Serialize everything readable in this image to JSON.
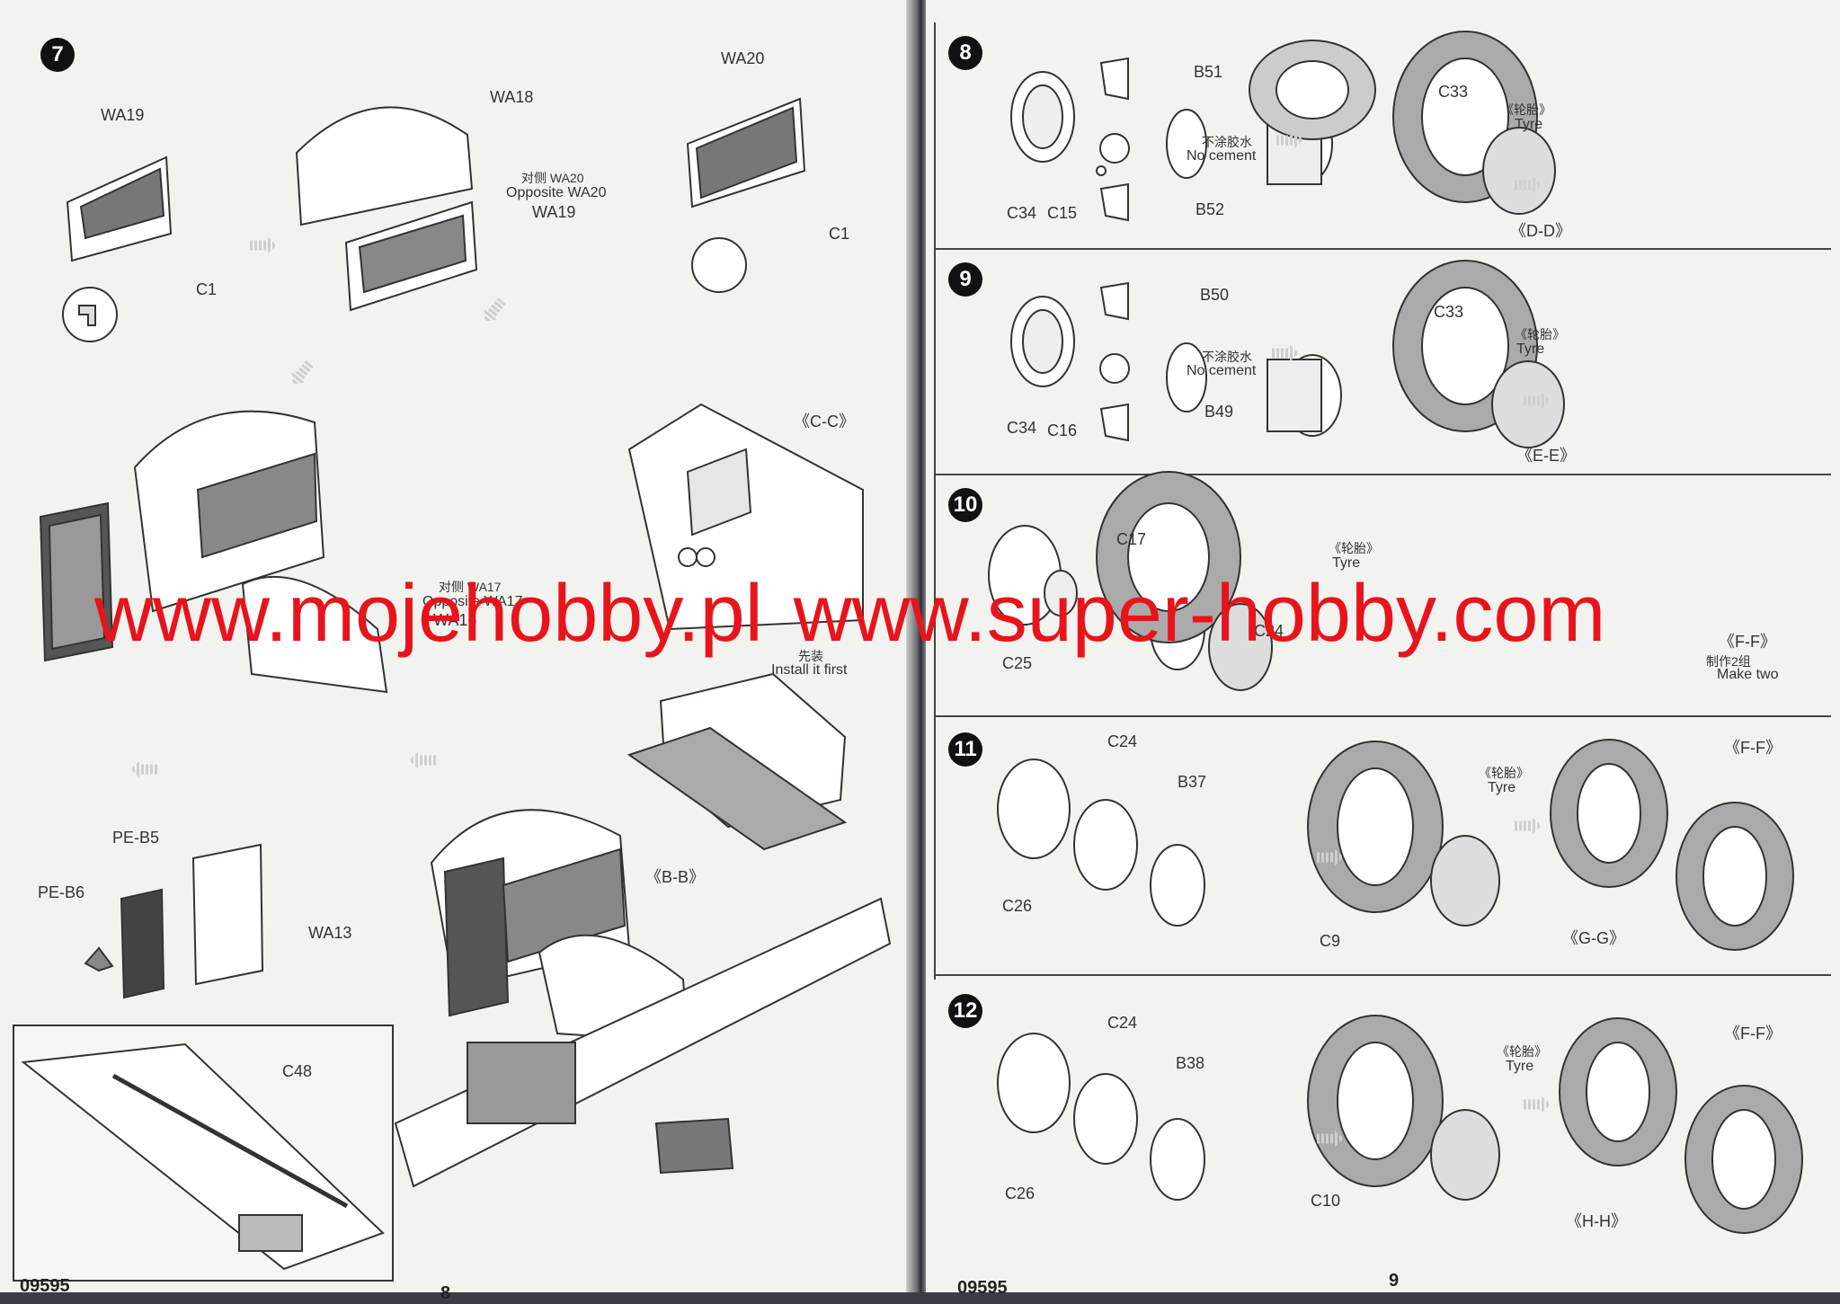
{
  "watermark": {
    "site1": "www.mojehobby.pl",
    "site2": "www.super-hobby.com",
    "color": "#e8141b"
  },
  "left_page": {
    "step": "7",
    "parts": {
      "wa19_top": "WA19",
      "wa18": "WA18",
      "wa20": "WA20",
      "c1_left": "C1",
      "c1_right": "C1",
      "opposite_cn": "对侧 WA20",
      "opposite_en": "Opposite WA20",
      "wa19_mid": "WA19",
      "cc": "《C-C》",
      "wa17_cn": "对侧 WA17",
      "wa17_en": "Opposite WA17",
      "wa16": "WA16",
      "install_cn": "先装",
      "install_en": "Install it first",
      "bb": "《B-B》",
      "pe_b5": "PE-B5",
      "pe_b6": "PE-B6",
      "wa13": "WA13",
      "c48": "C48"
    },
    "footer_code": "09595",
    "page_number": "8"
  },
  "right_page": {
    "footer_code": "09595",
    "page_number": "9",
    "steps": [
      {
        "num": "8",
        "b_top": "B51",
        "b_bottom": "B52",
        "c_left": "C34",
        "c_mid": "C15",
        "c_right": "C33",
        "no_cement_cn": "不涂胶水",
        "no_cement_en": "No cement",
        "tyre_cn": "《轮胎》",
        "tyre_en": "Tyre",
        "view": "《D-D》"
      },
      {
        "num": "9",
        "b_top": "B50",
        "b_bottom": "B49",
        "c_left": "C34",
        "c_mid": "C16",
        "c_right": "C33",
        "no_cement_cn": "不涂胶水",
        "no_cement_en": "No cement",
        "tyre_cn": "《轮胎》",
        "tyre_en": "Tyre",
        "view": "《E-E》"
      },
      {
        "num": "10",
        "c_a": "C17",
        "c_b": "C25",
        "c_c": "C24",
        "tyre_cn": "《轮胎》",
        "tyre_en": "Tyre",
        "view": "《F-F》",
        "make_cn": "制作2组",
        "make_en": "Make two"
      },
      {
        "num": "11",
        "c_a": "C24",
        "b": "B37",
        "c_b": "C26",
        "c_c": "C9",
        "tyre_cn": "《轮胎》",
        "tyre_en": "Tyre",
        "view_top": "《F-F》",
        "view": "《G-G》"
      },
      {
        "num": "12",
        "c_a": "C24",
        "b": "B38",
        "c_b": "C26",
        "c_c": "C10",
        "tyre_cn": "《轮胎》",
        "tyre_en": "Tyre",
        "view_top": "《F-F》",
        "view": "《H-H》"
      }
    ]
  }
}
